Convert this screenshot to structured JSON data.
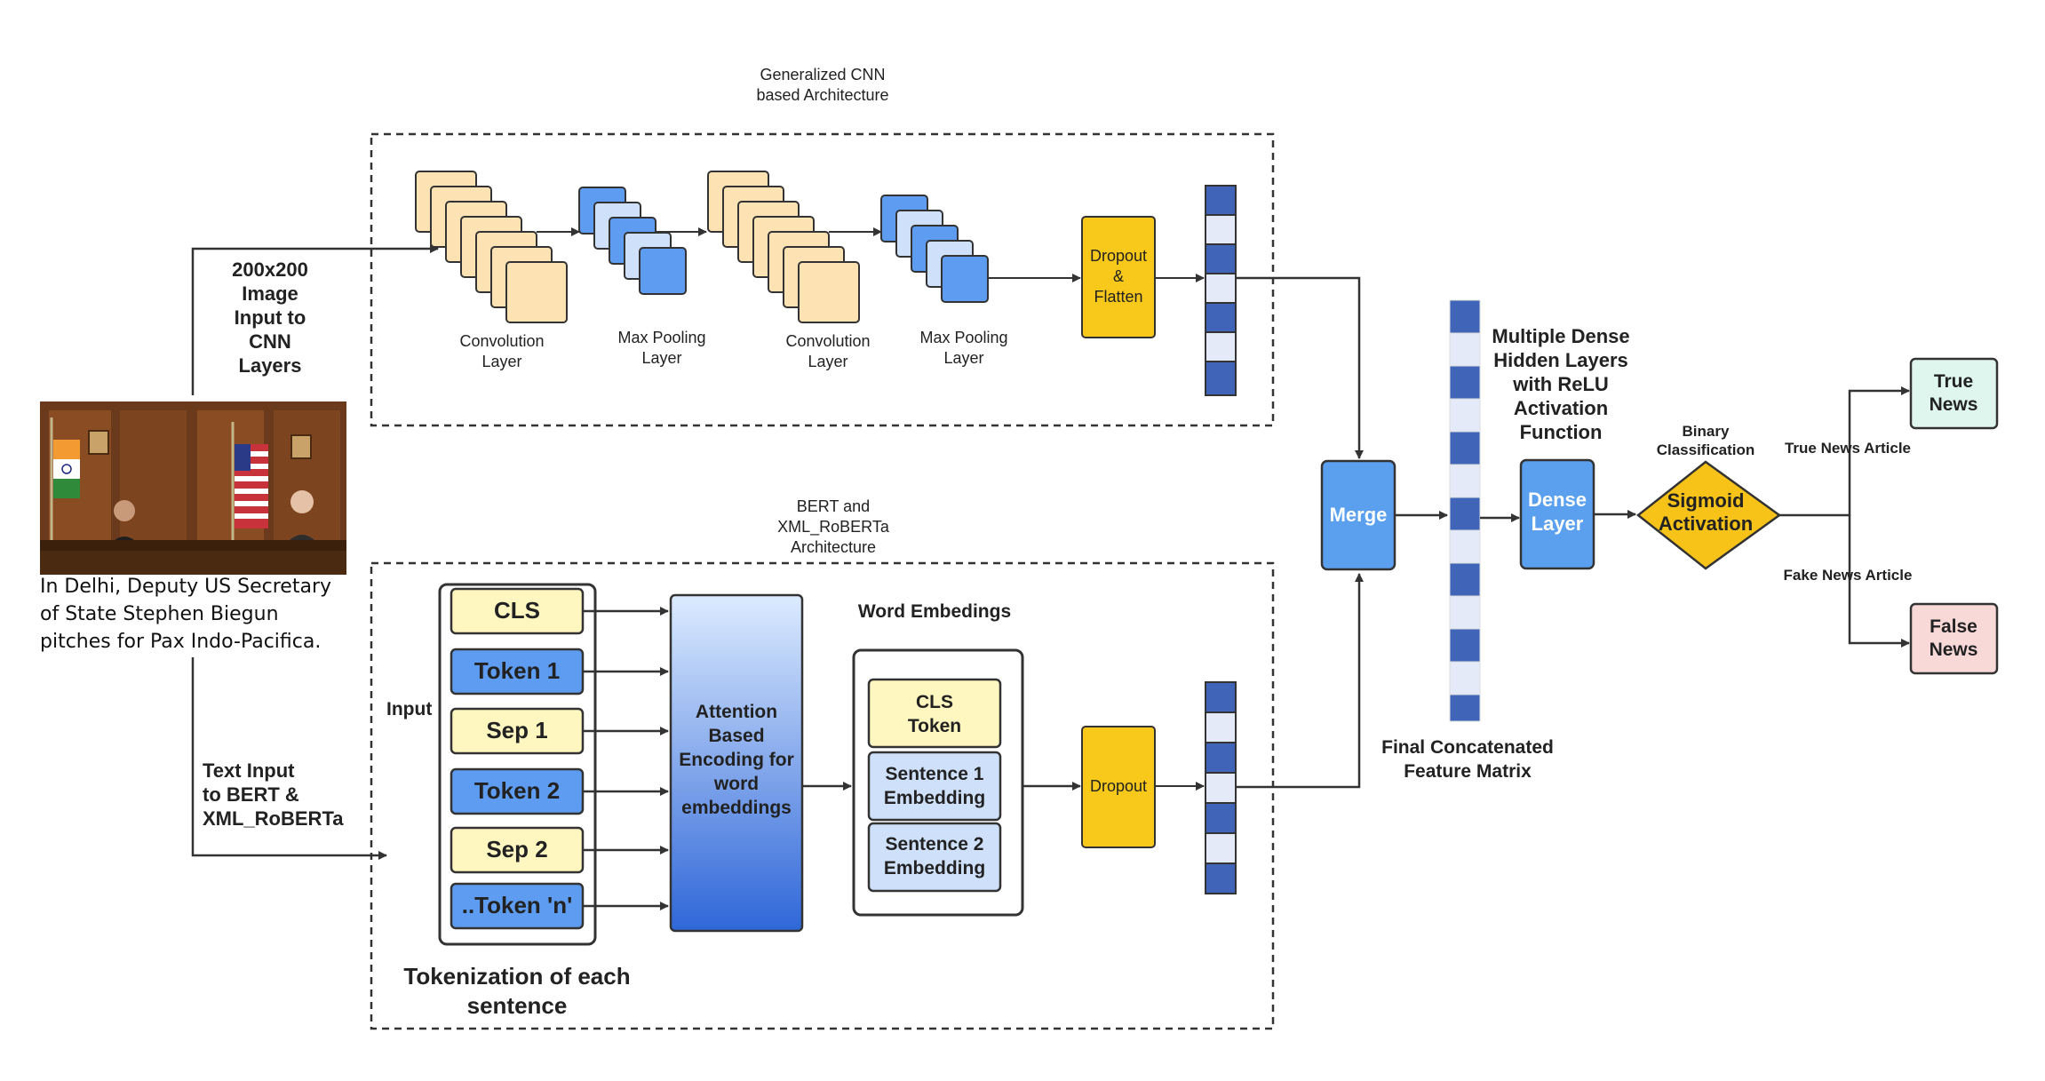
{
  "colors": {
    "cnn_layer_fill": "#fde3b3",
    "pool_light": "#cfe0fb",
    "pool_blue": "#5d9cf0",
    "dropout_yellow": "#f8c81a",
    "token_yellow": "#fff6c0",
    "token_blue": "#5d9cf0",
    "encoder_top": "#dcebff",
    "encoder_bottom": "#2f67d8",
    "vector_dark": "#4065b8",
    "vector_light": "#e4eaf8",
    "node_blue": "#5aa0ee",
    "sigmoid_yellow": "#f7c318",
    "true_fill": "#dff6ef",
    "false_fill": "#f9d8d8",
    "line": "#333333"
  },
  "cnn_section": {
    "title_line1": "Generalized CNN",
    "title_line2": "based Architecture",
    "conv1_line1": "Convolution",
    "conv1_line2": "Layer",
    "pool1_line1": "Max Pooling",
    "pool1_line2": "Layer",
    "conv2_line1": "Convolution",
    "conv2_line2": "Layer",
    "pool2_line1": "Max Pooling",
    "pool2_line2": "Layer",
    "dropout_line1": "Dropout",
    "dropout_line2": "&",
    "dropout_line3": "Flatten"
  },
  "image_input": {
    "line1": "200x200",
    "line2": "Image",
    "line3": "Input to",
    "line4": "CNN",
    "line5": "Layers"
  },
  "photo": {
    "caption": "In Delhi, Deputy US Secretary of State Stephen Biegun pitches for Pax Indo-Pacifica."
  },
  "text_input": {
    "line1": "Text Input",
    "line2": "to BERT &",
    "line3": "XML_RoBERTa"
  },
  "bert_section": {
    "title_line1": "BERT and",
    "title_line2": "XML_RoBERTa",
    "title_line3": "Architecture",
    "input_label": "Input",
    "tokens": [
      "CLS",
      "Token 1",
      "Sep 1",
      "Token 2",
      "Sep 2",
      "..Token 'n'"
    ],
    "tokenization_line1": "Tokenization of each",
    "tokenization_line2": "sentence",
    "encoder_line1": "Attention",
    "encoder_line2": "Based",
    "encoder_line3": "Encoding for",
    "encoder_line4": "word",
    "encoder_line5": "embeddings",
    "word_embeddings_label": "Word Embedings",
    "emb_cls_line1": "CLS",
    "emb_cls_line2": "Token",
    "emb_s1_line1": "Sentence 1",
    "emb_s1_line2": "Embedding",
    "emb_s2_line1": "Sentence 2",
    "emb_s2_line2": "Embedding",
    "dropout": "Dropout"
  },
  "merge_label": "Merge",
  "dense_hidden": {
    "line1": "Multiple Dense",
    "line2": "Hidden Layers",
    "line3": "with ReLU",
    "line4": "Activation",
    "line5": "Function"
  },
  "feature_matrix": {
    "line1": "Final Concatenated",
    "line2": "Feature Matrix"
  },
  "dense_layer": {
    "line1": "Dense",
    "line2": "Layer"
  },
  "binary": {
    "line1": "Binary",
    "line2": "Classification"
  },
  "sigmoid": {
    "line1": "Sigmoid",
    "line2": "Activation"
  },
  "true_branch_label": "True News Article",
  "fake_branch_label": "Fake News Article",
  "true_output": {
    "line1": "True",
    "line2": "News"
  },
  "false_output": {
    "line1": "False",
    "line2": "News"
  }
}
